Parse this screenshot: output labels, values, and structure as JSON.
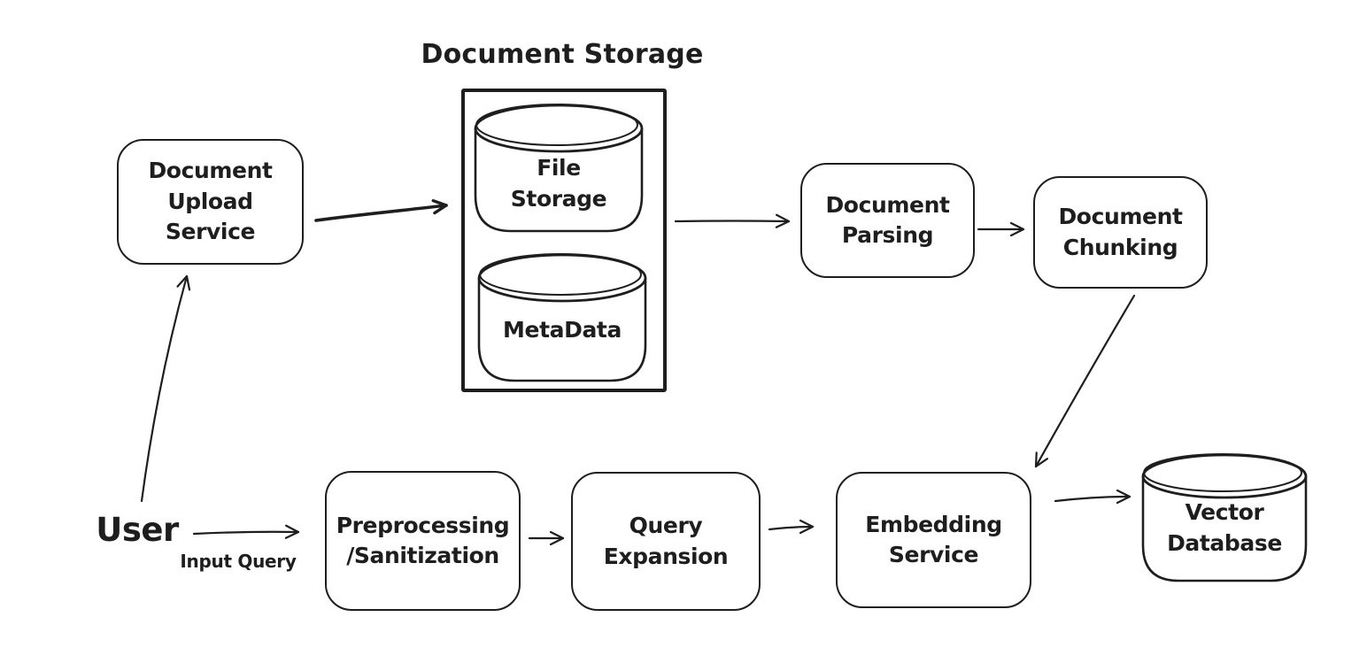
{
  "diagram": {
    "title": "Document Storage",
    "colors": {
      "stroke": "#1e1e1e",
      "background": "#ffffff"
    },
    "nodes": {
      "user": {
        "label": "User"
      },
      "document_upload_service": {
        "lines": [
          "Document",
          "Upload",
          "Service"
        ]
      },
      "document_storage_group": {
        "label": "Document Storage"
      },
      "file_storage": {
        "lines": [
          "File",
          "Storage"
        ]
      },
      "metadata": {
        "lines": [
          "MetaData"
        ]
      },
      "document_parsing": {
        "lines": [
          "Document",
          "Parsing"
        ]
      },
      "document_chunking": {
        "lines": [
          "Document",
          "Chunking"
        ]
      },
      "preprocessing_sanitization": {
        "lines": [
          "Preprocessing",
          "/Sanitization"
        ]
      },
      "query_expansion": {
        "lines": [
          "Query",
          "Expansion"
        ]
      },
      "embedding_service": {
        "lines": [
          "Embedding",
          "Service"
        ]
      },
      "vector_database": {
        "lines": [
          "Vector",
          "Database"
        ]
      }
    },
    "edges": [
      {
        "from": "user",
        "to": "document_upload_service",
        "label": ""
      },
      {
        "from": "document_upload_service",
        "to": "document_storage_group",
        "label": "",
        "style": "thick"
      },
      {
        "from": "document_storage_group",
        "to": "document_parsing",
        "label": ""
      },
      {
        "from": "document_parsing",
        "to": "document_chunking",
        "label": ""
      },
      {
        "from": "document_chunking",
        "to": "embedding_service",
        "label": ""
      },
      {
        "from": "user",
        "to": "preprocessing_sanitization",
        "label": "Input Query"
      },
      {
        "from": "preprocessing_sanitization",
        "to": "query_expansion",
        "label": ""
      },
      {
        "from": "query_expansion",
        "to": "embedding_service",
        "label": ""
      },
      {
        "from": "embedding_service",
        "to": "vector_database",
        "label": ""
      }
    ]
  }
}
